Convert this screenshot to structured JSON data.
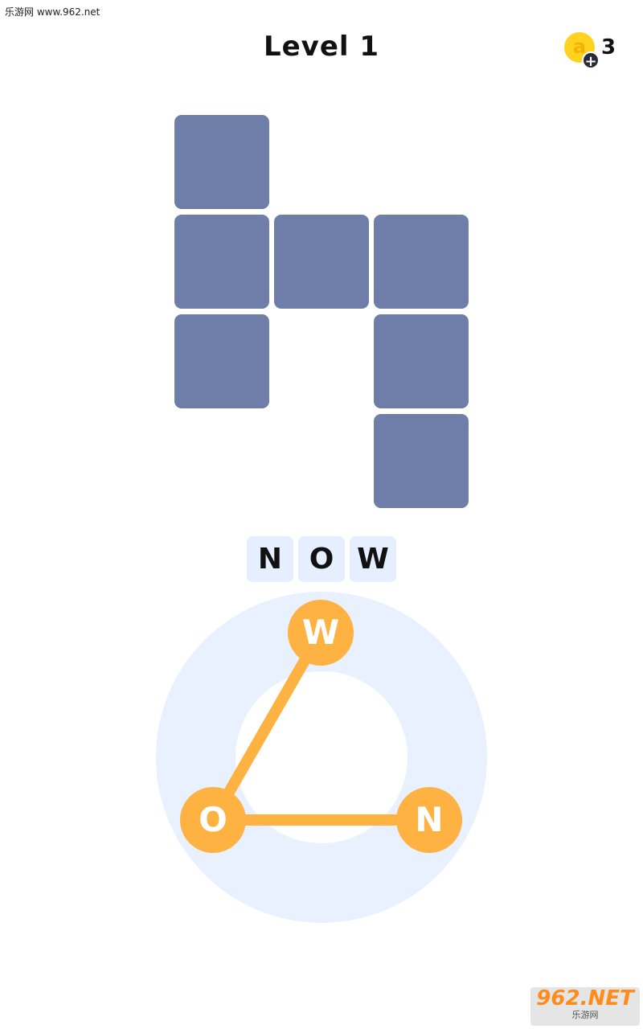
{
  "watermark": "乐游网 www.962.net",
  "header": {
    "title": "Level 1",
    "coins": "3",
    "coin_symbol": "a",
    "coin_plus": "+"
  },
  "current_word": [
    "N",
    "O",
    "W"
  ],
  "letters": {
    "top": "W",
    "left": "O",
    "right": "N"
  },
  "colors": {
    "tile": "#6f7ea8",
    "letter": "#fdb241",
    "ring": "#e9f1ff",
    "word_tile": "#e6efff"
  },
  "logo": {
    "big": "962.NET",
    "small": "乐游网"
  }
}
